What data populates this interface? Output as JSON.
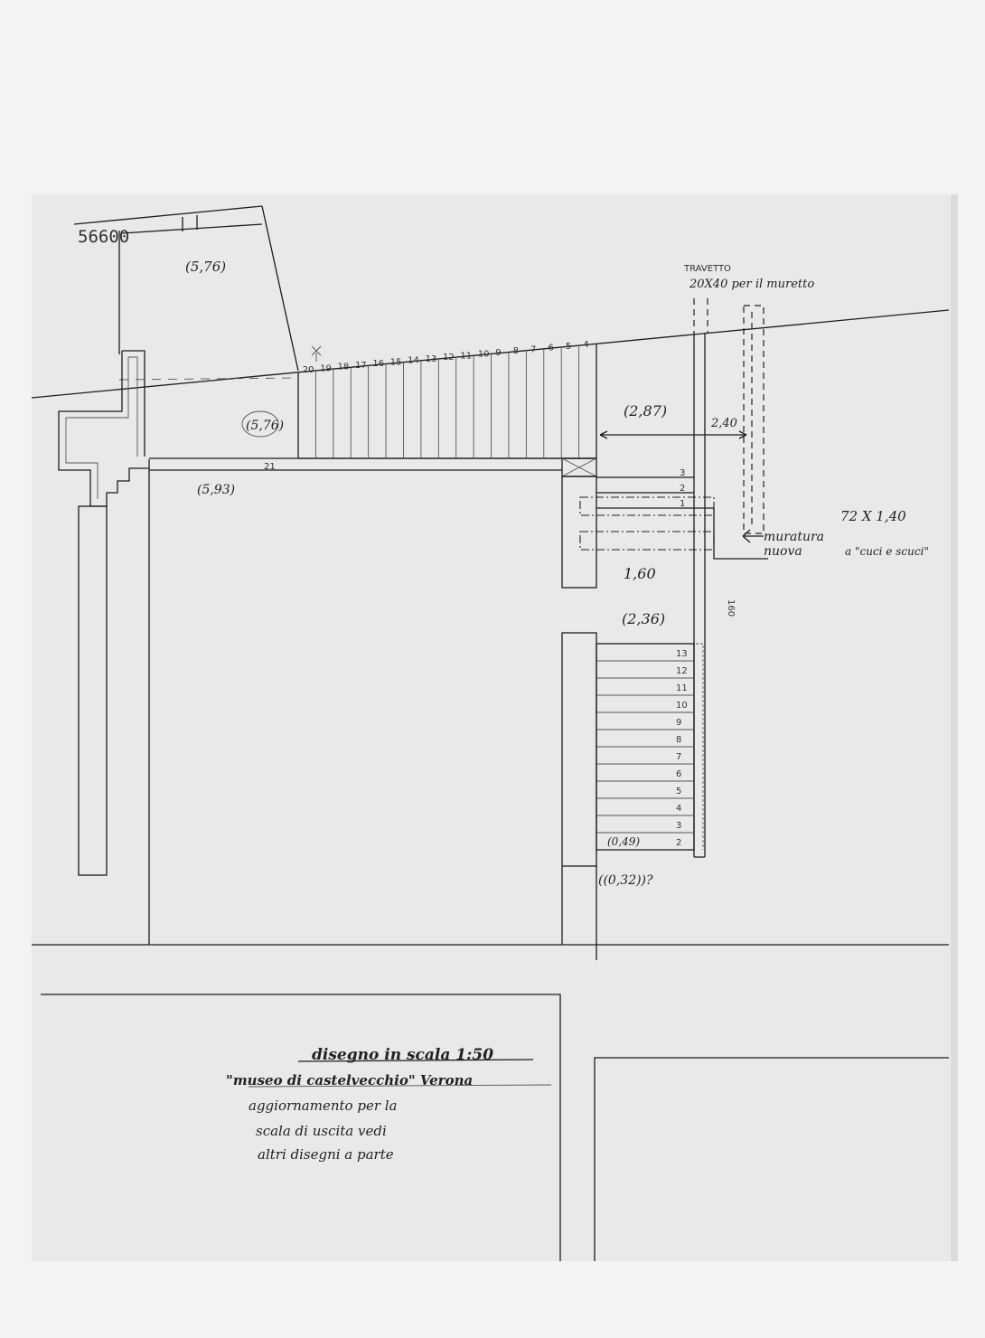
{
  "drawing": {
    "stamp": "56600",
    "area_top_left": "(5,76)",
    "area_stair_left": "(5,76)",
    "landing_dim": "(5,93)",
    "step_21": "21",
    "upper_flight_steps": [
      "20",
      "19",
      "18",
      "17",
      "16",
      "15",
      "14",
      "13",
      "12",
      "11",
      "10",
      "9",
      "8",
      "7",
      "6",
      "5",
      "4"
    ],
    "landing_steps": [
      "3",
      "2",
      "1"
    ],
    "lower_flight_steps": [
      "13",
      "12",
      "11",
      "10",
      "9",
      "8",
      "7",
      "6",
      "5",
      "4",
      "3",
      "2"
    ],
    "dim_287": "(2,87)",
    "dim_240": "2,40",
    "dim_160": "1,60",
    "dim_236": "(2,36)",
    "dim_049": "(0,49)",
    "dim_032": "((0,32))?",
    "side_160": "160",
    "beam_label": "TRAVETTO",
    "beam_note": "20X40 per il muretto",
    "opening_dim": "72 X 1,40",
    "wall_note_1": "muratura",
    "wall_note_2": "nuova",
    "wall_note_3": "a \"cuci e scuci\"",
    "title_lines": [
      "disegno in scala 1:50",
      "\"museo di castelvecchio\" Verona",
      "aggiornamento per la",
      "scala di uscita vedi",
      "altri disegni a parte"
    ]
  }
}
